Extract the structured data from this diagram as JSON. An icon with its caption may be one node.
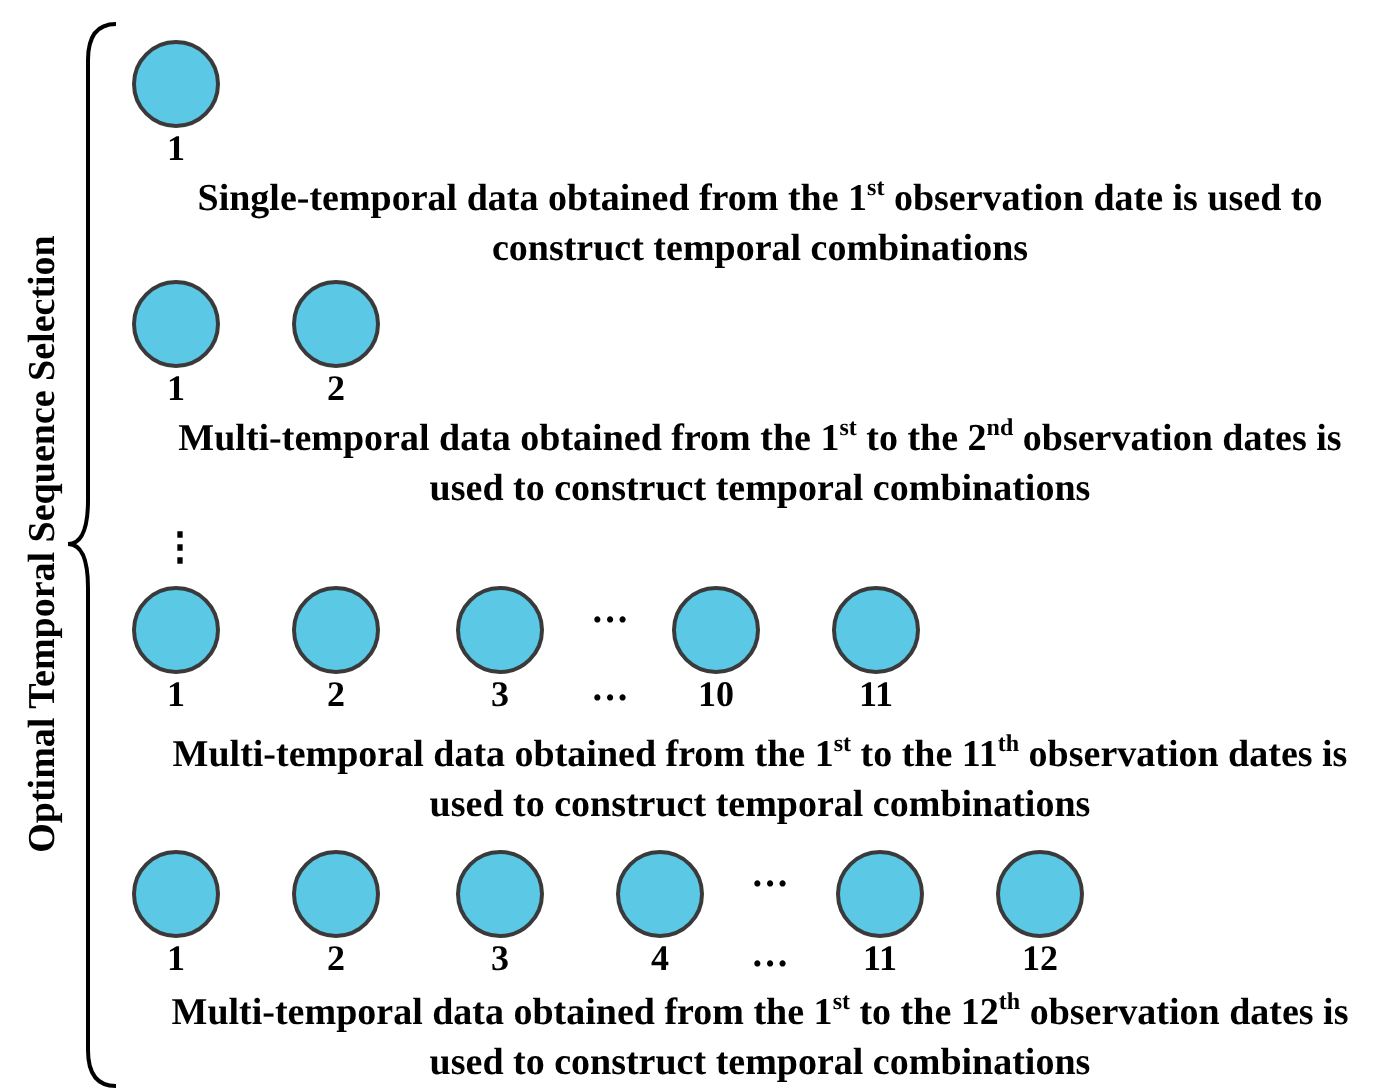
{
  "diagram": {
    "nodes": [
      {
        "text": [],
        "shape": "circle",
        "beside": [
          "1"
        ]
      },
      {
        "text": [],
        "shape": "circle",
        "beside": [
          "1"
        ]
      },
      {
        "text": [],
        "shape": "circle",
        "beside": [
          "2"
        ]
      },
      {
        "text": [],
        "shape": "circle",
        "beside": [
          "1"
        ]
      },
      {
        "text": [],
        "shape": "circle",
        "beside": [
          "2"
        ]
      },
      {
        "text": [],
        "shape": "circle",
        "beside": [
          "3"
        ]
      },
      {
        "text": [],
        "shape": "circle",
        "beside": [
          "10"
        ]
      },
      {
        "text": [],
        "shape": "circle",
        "beside": [
          "11"
        ]
      },
      {
        "text": [],
        "shape": "circle",
        "beside": [
          "1"
        ]
      },
      {
        "text": [],
        "shape": "circle",
        "beside": [
          "2"
        ]
      },
      {
        "text": [],
        "shape": "circle",
        "beside": [
          "3"
        ]
      },
      {
        "text": [],
        "shape": "circle",
        "beside": [
          "4"
        ]
      },
      {
        "text": [],
        "shape": "circle",
        "beside": [
          "11"
        ]
      },
      {
        "text": [],
        "shape": "circle",
        "beside": [
          "12"
        ]
      }
    ],
    "edges": [],
    "labels": [
      "Optimal Temporal Sequence Selection",
      "Single-temporal data obtained from the 1$^{st}$ observation date is used to construct temporal combinations",
      "Multi-temporal data obtained from the 1$^{st}$ to the 2$^{nd}$ observation dates is used to construct temporal combinations",
      "⋮",
      "···",
      "···",
      "Multi-temporal data obtained from the 1$^{st}$ to the 11$^{th}$ observation dates is used to construct temporal combinations",
      "···",
      "···",
      "Multi-temporal data obtained from the 1$^{st}$ to the 12$^{th}$ observation dates is used to construct temporal combinations"
    ]
  }
}
